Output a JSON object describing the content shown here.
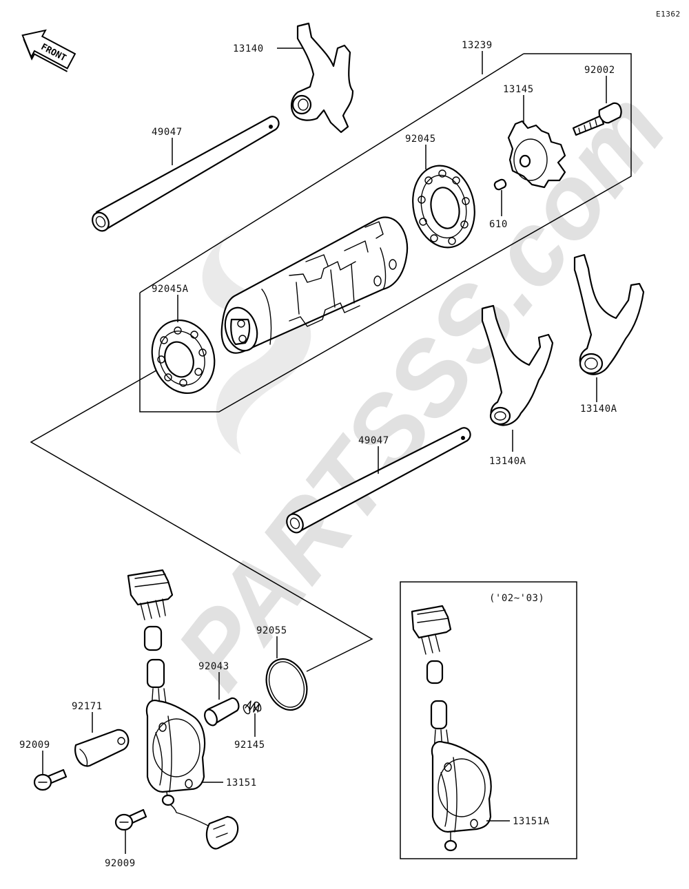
{
  "diagram_code": "E1362",
  "front_label": "FRONT",
  "inset_label": "('02~'03)",
  "watermark": "PARTSSS.com",
  "labels": {
    "p13140": "13140",
    "p13239": "13239",
    "p92002": "92002",
    "p13145": "13145",
    "p49047_top": "49047",
    "p92045": "92045",
    "p610": "610",
    "p92045A": "92045A",
    "p13140A_right": "13140A",
    "p13140A_mid": "13140A",
    "p49047_mid": "49047",
    "p92055": "92055",
    "p92043": "92043",
    "p92171": "92171",
    "p92009_left": "92009",
    "p92145": "92145",
    "p13151": "13151",
    "p92009_bottom": "92009",
    "p13151A": "13151A"
  }
}
